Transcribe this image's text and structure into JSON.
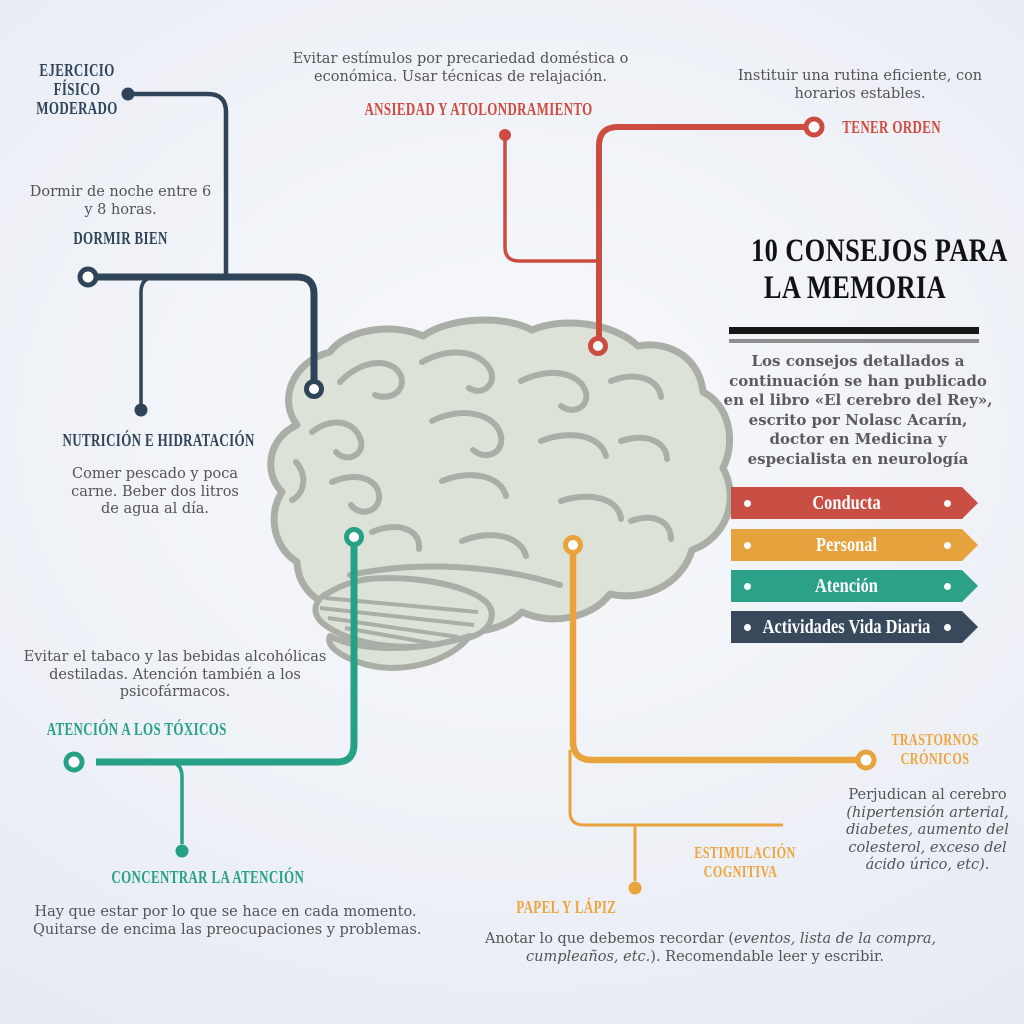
{
  "palette": {
    "navy": "#304459",
    "red": "#cf4a3f",
    "teal": "#27a185",
    "orange": "#e8a33c",
    "brain_fill": "#dce2d8",
    "brain_stroke": "#a9afa7",
    "body_text": "#515456",
    "title_text": "#121212"
  },
  "title": {
    "line1": "10 CONSEJOS PARA",
    "line2": "LA MEMORIA"
  },
  "intro": {
    "lines": [
      "Los consejos detallados  a",
      "continuación se han publicado",
      "en el libro «El cerebro del Rey»,",
      "escrito por Nolasc Acarín,",
      "doctor en Medicina y",
      "especialista en neurología"
    ]
  },
  "legend": [
    {
      "label": "Conducta",
      "color": "#c94f44"
    },
    {
      "label": "Personal",
      "color": "#e6a23c"
    },
    {
      "label": "Atención",
      "color": "#2ba287"
    },
    {
      "label": "Actividades Vida Diaria",
      "color": "#39495c"
    }
  ],
  "tips": {
    "ejercicio": {
      "heading": [
        "EJERCICIO",
        "FÍSICO",
        "MODERADO"
      ]
    },
    "dormir": {
      "heading": "DORMIR BIEN",
      "body": [
        "Dormir de noche entre 6",
        "y 8 horas."
      ]
    },
    "nutricion": {
      "heading": "NUTRICIÓN E HIDRATACIÓN",
      "body": [
        "Comer pescado y poca",
        "carne. Beber dos litros",
        "de agua al día."
      ]
    },
    "ansiedad": {
      "heading": "ANSIEDAD Y ATOLONDRAMIENTO",
      "body": [
        "Evitar estímulos por precariedad doméstica o",
        "económica. Usar técnicas de relajación."
      ]
    },
    "orden": {
      "heading": "TENER ORDEN",
      "body": [
        "Instituir una rutina eficiente, con",
        "horarios estables."
      ]
    },
    "toxicos": {
      "heading": "ATENCIÓN A LOS TÓXICOS",
      "body": [
        "Evitar el tabaco y las bebidas alcohólicas",
        "destiladas. Atención también a los",
        "psicofármacos."
      ]
    },
    "concentrar": {
      "heading": "CONCENTRAR LA ATENCIÓN",
      "body": [
        "Hay que estar por lo que se hace en cada momento.",
        "Quitarse de encima las preocupaciones y problemas."
      ]
    },
    "papel": {
      "heading": "PAPEL Y LÁPIZ",
      "body_l1_normal": "Anotar lo que debemos recordar (",
      "body_l1_italic": "eventos, lista de la compra,",
      "body_l2_italic": "cumpleaños, etc.",
      "body_l2_normal": "). Recomendable leer y escribir."
    },
    "estimulacion": {
      "heading": [
        "ESTIMULACIÓN",
        "COGNITIVA"
      ]
    },
    "trastornos": {
      "heading": [
        "TRASTORNOS",
        "CRÓNICOS"
      ],
      "body_line1": "Perjudican al cerebro",
      "body_italic": [
        "(hipertensión arterial,",
        "diabetes, aumento del",
        "colesterol, exceso del",
        "ácido úrico, etc)."
      ]
    }
  }
}
